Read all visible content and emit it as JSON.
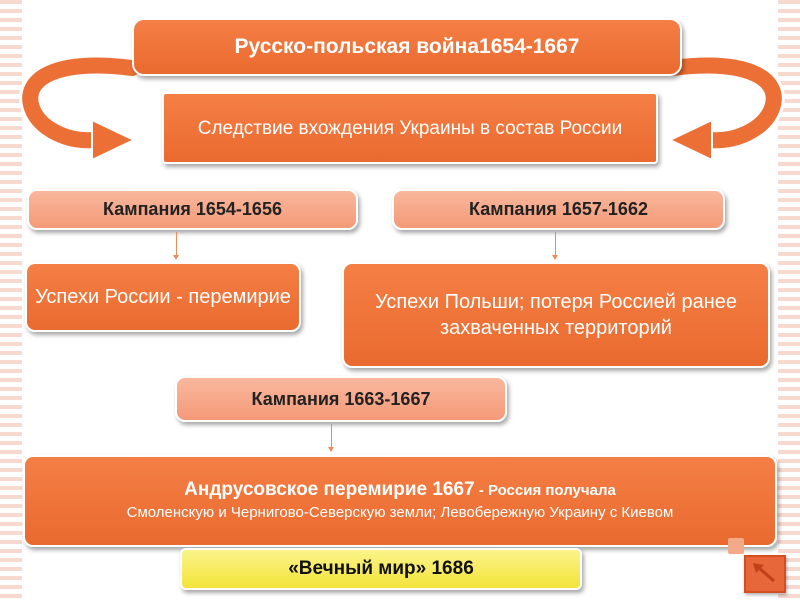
{
  "title": "Русско-польская война1654-1667",
  "consequence": "Следствие вхождения Украины в состав России",
  "campaigns": [
    {
      "label": "Кампания 1654-1656",
      "result": "Успехи России - перемирие"
    },
    {
      "label": "Кампания 1657-1662",
      "result": "Успехи Польши; потеря Россией ранее захваченных территорий"
    },
    {
      "label": "Кампания 1663-1667"
    }
  ],
  "treaty": {
    "name": "Андрусовское перемирие 1667",
    "gets": " - Россия получала",
    "details": "Смоленскую и Чернигово-Северскую земли; Левобережную Украину с Киевом"
  },
  "eternal_peace": "«Вечный мир» 1686",
  "colors": {
    "accent": "#ea6a2f",
    "pale": "#f49a78",
    "yellow": "#f3e33a"
  },
  "icons": {
    "return": "return-arrow-icon",
    "curved_arrows": "curved-arrow-icon"
  }
}
